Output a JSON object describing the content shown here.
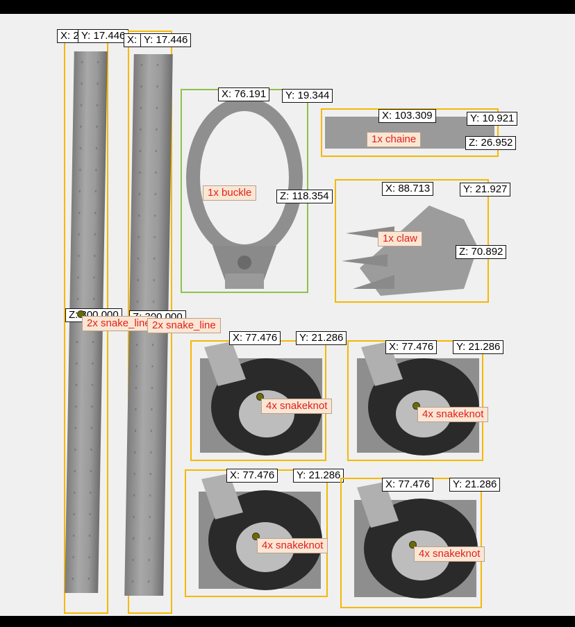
{
  "labels": {
    "stick1": {
      "x": "X: 2",
      "y": "Y: 17.446",
      "z": "Z: 300.000",
      "qty": "2x snake_line"
    },
    "stick2": {
      "x": "X: 2",
      "y": "Y: 17.446",
      "z": "Z: 300.000",
      "qty": "2x snake_line"
    },
    "buckle": {
      "x": "X: 76.191",
      "y": "Y: 19.344",
      "z": "Z: 118.354",
      "qty": "1x buckle"
    },
    "chaine": {
      "x": "X: 103.309",
      "y": "Y: 10.921",
      "z": "Z: 26.952",
      "qty": "1x chaine"
    },
    "claw": {
      "x": "X: 88.713",
      "y": "Y: 21.927",
      "z": "Z: 70.892",
      "qty": "1x claw"
    },
    "knot1": {
      "x": "X: 77.476",
      "y": "Y: 21.286",
      "qty": "4x snakeknot"
    },
    "knot2": {
      "x": "X: 77.476",
      "y": "Y: 21.286",
      "qty": "4x snakeknot"
    },
    "knot3": {
      "x": "X: 77.476",
      "y": "Y: 21.286",
      "qty": "4x snakeknot"
    },
    "knot4": {
      "x": "X: 77.476",
      "y": "Y: 21.286",
      "qty": "4x snakeknot"
    }
  },
  "colors": {
    "bbox": "#f5b800",
    "bbox_selected": "#8bc34a",
    "qty_text": "#e0201a",
    "qty_bg": "#fbe6d4",
    "background": "#f0f0f0"
  },
  "icons": {
    "origin": "origin-marker-icon"
  }
}
